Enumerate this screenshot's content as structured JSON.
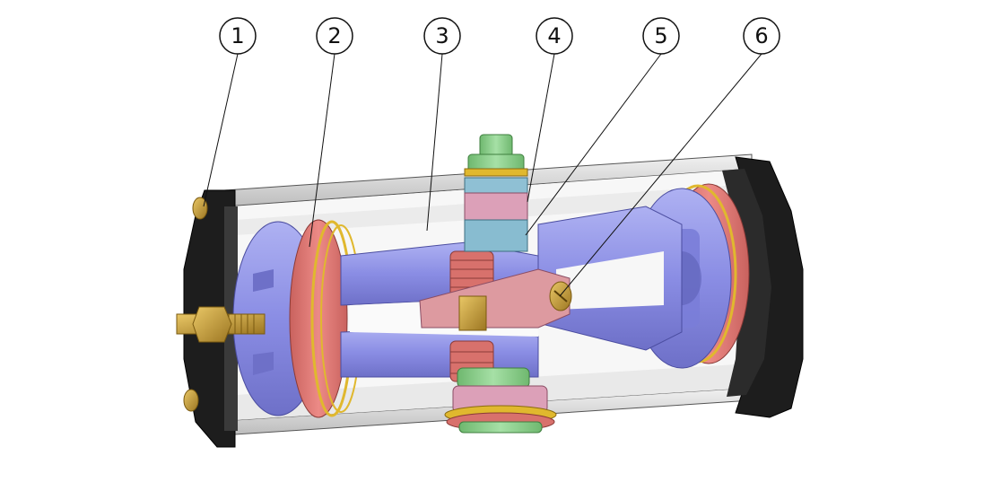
{
  "callouts": [
    {
      "label": "1"
    },
    {
      "label": "2"
    },
    {
      "label": "3"
    },
    {
      "label": "4"
    },
    {
      "label": "5"
    },
    {
      "label": "6"
    }
  ],
  "colors": {
    "housing_black": "#1c1c1c",
    "housing_grey": "#d4d4d4",
    "piston_blue": "#8b8ee6",
    "seal_red": "#df7b78",
    "seal_yellow": "#e0b82e",
    "shaft_green": "#8fd08f",
    "collar_pink": "#dca0b8",
    "collar_blue": "#88bcd0",
    "pinion_pink": "#e3959b",
    "brass": "#c9a13a"
  }
}
